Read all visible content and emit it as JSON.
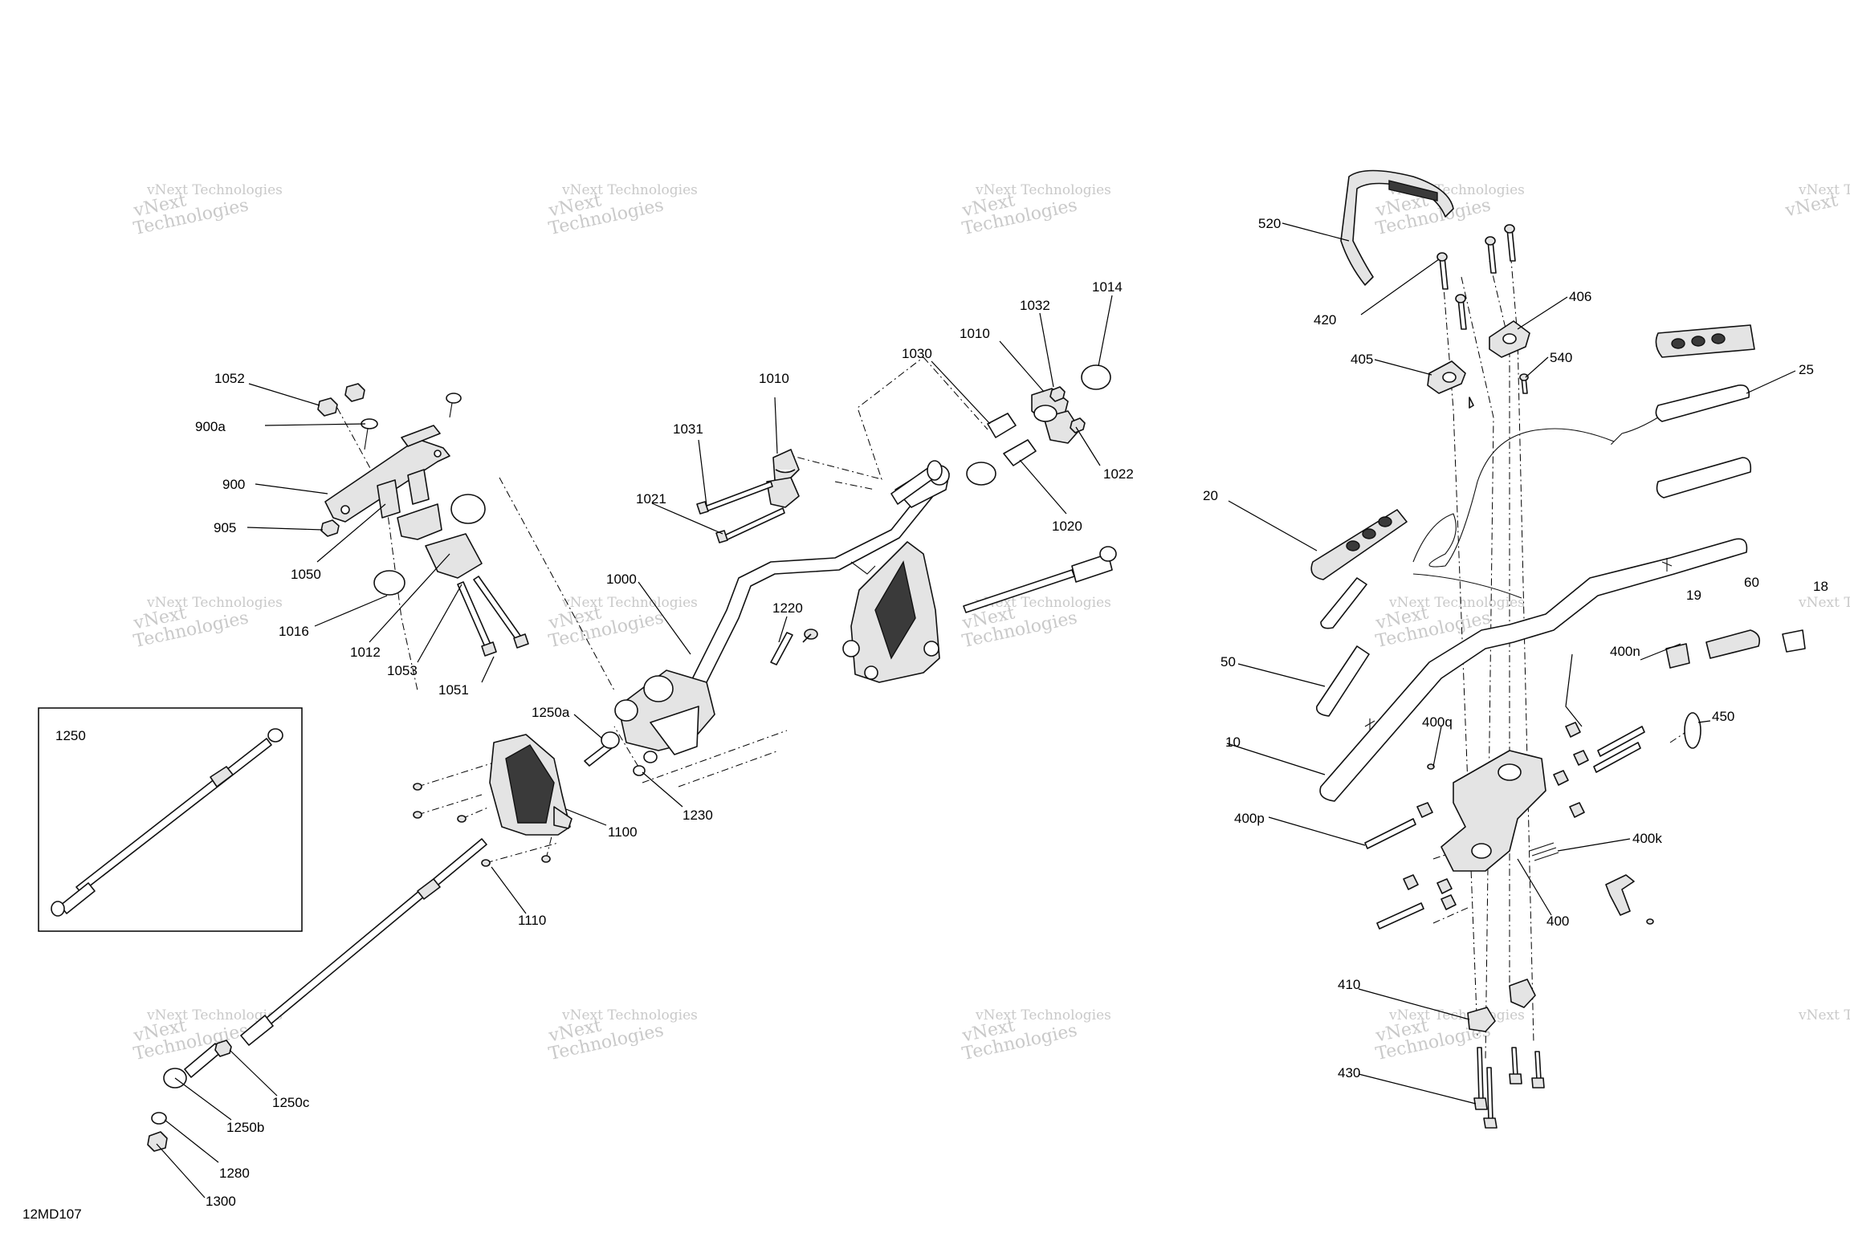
{
  "diagram_code": "12MD107",
  "inset_label": "1250",
  "watermark": {
    "line1": "vNext Technologies",
    "line2": "vNext\nTechnologies"
  },
  "callouts": [
    {
      "id": "c1052",
      "text": "1052"
    },
    {
      "id": "c900a",
      "text": "900a"
    },
    {
      "id": "c900",
      "text": "900"
    },
    {
      "id": "c905",
      "text": "905"
    },
    {
      "id": "c1050",
      "text": "1050"
    },
    {
      "id": "c1016",
      "text": "1016"
    },
    {
      "id": "c1012",
      "text": "1012"
    },
    {
      "id": "c1053",
      "text": "1053"
    },
    {
      "id": "c1051",
      "text": "1051"
    },
    {
      "id": "c1031",
      "text": "1031"
    },
    {
      "id": "c1010a",
      "text": "1010"
    },
    {
      "id": "c1021",
      "text": "1021"
    },
    {
      "id": "c1000",
      "text": "1000"
    },
    {
      "id": "c1220",
      "text": "1220"
    },
    {
      "id": "c1250a",
      "text": "1250a"
    },
    {
      "id": "c1230",
      "text": "1230"
    },
    {
      "id": "c1100",
      "text": "1100"
    },
    {
      "id": "c1110",
      "text": "1110"
    },
    {
      "id": "c1030",
      "text": "1030"
    },
    {
      "id": "c1010b",
      "text": "1010"
    },
    {
      "id": "c1032",
      "text": "1032"
    },
    {
      "id": "c1014",
      "text": "1014"
    },
    {
      "id": "c1022",
      "text": "1022"
    },
    {
      "id": "c1020",
      "text": "1020"
    },
    {
      "id": "c1250c",
      "text": "1250c"
    },
    {
      "id": "c1250b",
      "text": "1250b"
    },
    {
      "id": "c1280",
      "text": "1280"
    },
    {
      "id": "c1300",
      "text": "1300"
    },
    {
      "id": "c520",
      "text": "520"
    },
    {
      "id": "c420",
      "text": "420"
    },
    {
      "id": "c406",
      "text": "406"
    },
    {
      "id": "c405",
      "text": "405"
    },
    {
      "id": "c540",
      "text": "540"
    },
    {
      "id": "c25",
      "text": "25"
    },
    {
      "id": "c20",
      "text": "20"
    },
    {
      "id": "c50",
      "text": "50"
    },
    {
      "id": "c10",
      "text": "10"
    },
    {
      "id": "c19",
      "text": "19"
    },
    {
      "id": "c60",
      "text": "60"
    },
    {
      "id": "c18",
      "text": "18"
    },
    {
      "id": "c400n",
      "text": "400n"
    },
    {
      "id": "c450",
      "text": "450"
    },
    {
      "id": "c400q",
      "text": "400q"
    },
    {
      "id": "c400p",
      "text": "400p"
    },
    {
      "id": "c400k",
      "text": "400k"
    },
    {
      "id": "c400",
      "text": "400"
    },
    {
      "id": "c410",
      "text": "410"
    },
    {
      "id": "c430",
      "text": "430"
    }
  ]
}
